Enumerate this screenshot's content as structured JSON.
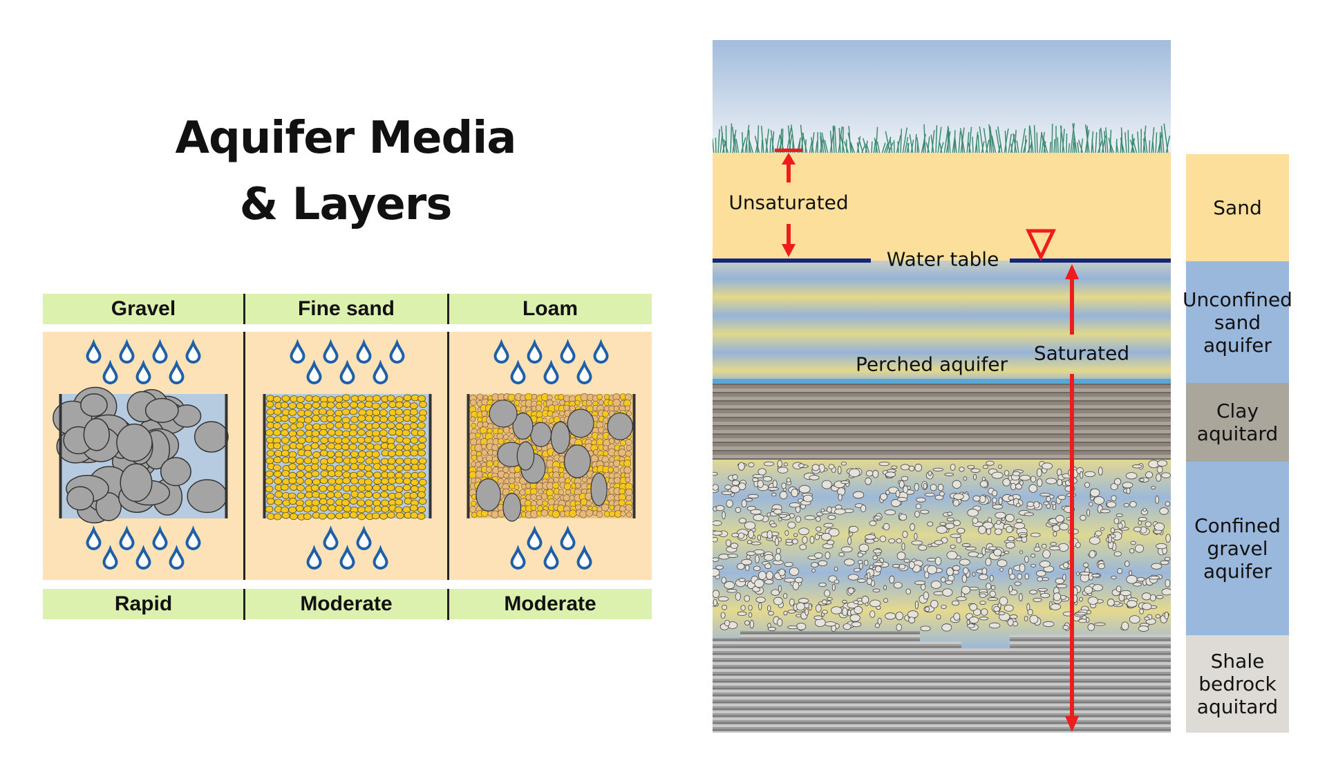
{
  "title": {
    "line1": "Aquifer Media",
    "line2": "& Layers"
  },
  "media": {
    "headers": [
      "Gravel",
      "Fine sand",
      "Loam"
    ],
    "rates": [
      "Rapid",
      "Moderate",
      "Moderate"
    ]
  },
  "diagram": {
    "unsaturated": "Unsaturated",
    "water_table": "Water table",
    "perched_aquifer": "Perched aquifer",
    "saturated": "Saturated"
  },
  "legend": [
    {
      "label": "Sand",
      "color": "#fbdf9b"
    },
    {
      "label": "Unconfined sand aquifer",
      "color": "#9ab7dc"
    },
    {
      "label": "Clay aquitard",
      "color": "#aaa69c"
    },
    {
      "label": "Confined gravel aquifer",
      "color": "#9ab7dc"
    },
    {
      "label": "Shale bedrock aquitard",
      "color": "#dedbd6"
    }
  ],
  "colors": {
    "arrow": "#ee1c1c",
    "water_table": "#14287a",
    "drop": "#1f5fa8"
  }
}
